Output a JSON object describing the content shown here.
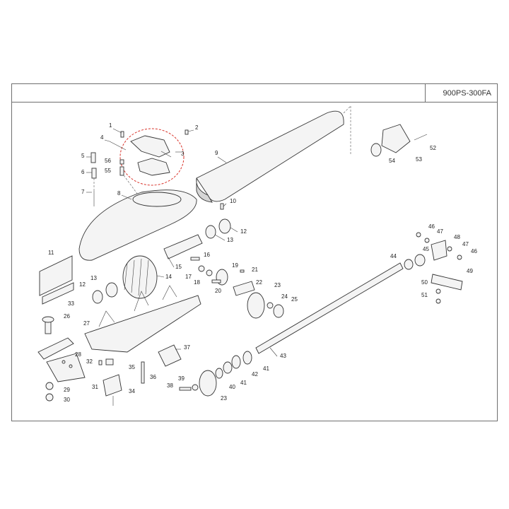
{
  "header": {
    "model_code": "900PS-300FA"
  },
  "callouts": [
    "1",
    "2",
    "3",
    "4",
    "5",
    "6",
    "7",
    "8",
    "9",
    "10",
    "11",
    "12",
    "13",
    "14",
    "15",
    "16",
    "17",
    "18",
    "19",
    "20",
    "21",
    "22",
    "23",
    "24",
    "25",
    "26",
    "27",
    "28",
    "29",
    "30",
    "31",
    "32",
    "33",
    "34",
    "35",
    "36",
    "37",
    "38",
    "39",
    "40",
    "41",
    "42",
    "43",
    "44",
    "45",
    "46",
    "47",
    "48",
    "49",
    "50",
    "51",
    "52",
    "53",
    "54",
    "55",
    "56"
  ],
  "highlight_color": "#d9342b"
}
